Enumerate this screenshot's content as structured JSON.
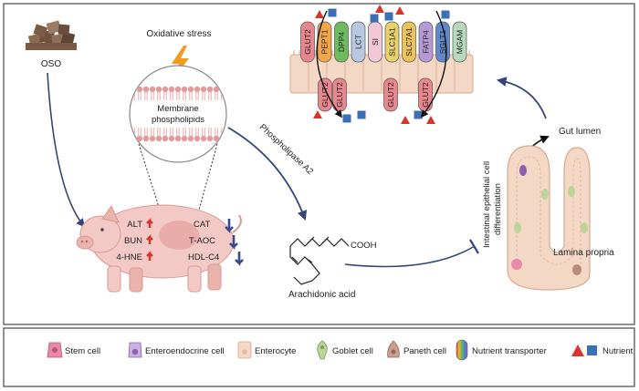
{
  "colors": {
    "frame": "#555555",
    "arrow": "#35457a",
    "pig": "#f2c9c4",
    "pig_edge": "#d99a93",
    "up_arrow": "#d8342b",
    "down_arrow": "#3a4a8c",
    "nutrient_triangle": "#d8342b",
    "nutrient_square": "#3d6fb6",
    "lipid_head": "#e39a9a",
    "epithelium": "#f3d8c6",
    "bolt": "#f29c1f",
    "oso": "#7a5a43"
  },
  "labels": {
    "oso": "OSO",
    "oxidative_stress": "Oxidative stress",
    "membrane": "Membrane",
    "phospholipids": "phospholipids",
    "phospholipase": "Phospholipase A2",
    "arachidonic_acid": "Arachidonic acid",
    "cooh": "COOH",
    "gut_lumen": "Gut lumen",
    "lamina_propria": "Lamina propria",
    "iec_line1": "Intestinal epithelial cell",
    "iec_line2": "differentiation"
  },
  "biomarkers": {
    "up": [
      "ALT",
      "BUN",
      "4-HNE"
    ],
    "down": [
      "CAT",
      "T-AOC",
      "HDL-C4"
    ]
  },
  "transporters": {
    "apical": [
      "GLUT2",
      "PEPT1",
      "DPP4",
      "LCT",
      "SI",
      "SLC1A1",
      "SLC7A1",
      "FATP4",
      "SGLT1",
      "MGAM"
    ],
    "apical_colors": [
      "#e8868d",
      "#f2a64a",
      "#6dbb5e",
      "#b9c7e0",
      "#f3c7d6",
      "#e7d16a",
      "#eec25a",
      "#b59ad6",
      "#5f87c9",
      "#b9d9bf"
    ],
    "basolateral": [
      "GLUT2",
      "GLUT2",
      "GLUT2",
      "GLUT2"
    ]
  },
  "legend": [
    {
      "label": "Stem cell",
      "icon": "stem-cell-icon"
    },
    {
      "label": "Enteroendocrine cell",
      "icon": "enteroendocrine-cell-icon"
    },
    {
      "label": "Enterocyte",
      "icon": "enterocyte-icon"
    },
    {
      "label": "Goblet cell",
      "icon": "goblet-cell-icon"
    },
    {
      "label": "Paneth cell",
      "icon": "paneth-cell-icon"
    },
    {
      "label": "Nutrient transporter",
      "icon": "nutrient-transporter-icon"
    },
    {
      "label": "Nutrient",
      "icon": "nutrient-icon"
    }
  ]
}
